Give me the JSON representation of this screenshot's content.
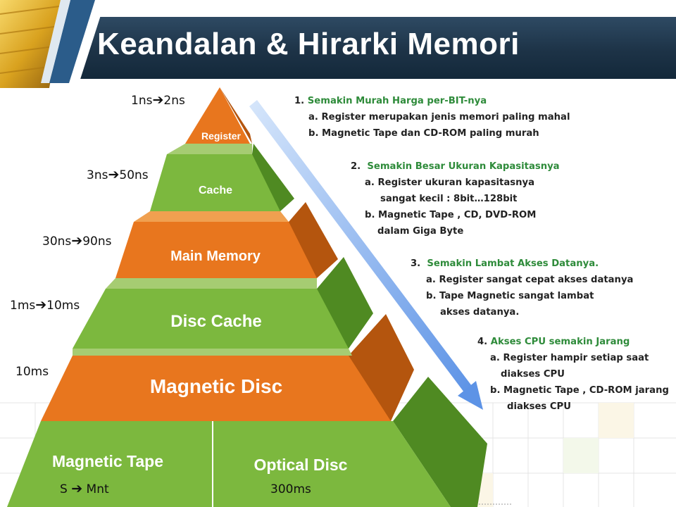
{
  "title": "Keandalan & Hirarki Memori",
  "colors": {
    "orange": "#e8761e",
    "green": "#7cb83e",
    "header": "#1d3347",
    "heading_text": "#2e8b3a"
  },
  "pyramid": {
    "register": "Register",
    "cache": "Cache",
    "main_memory": "Main Memory",
    "disc_cache": "Disc Cache",
    "magnetic_disc": "Magnetic Disc",
    "magnetic_tape": "Magnetic Tape",
    "optical_disc": "Optical Disc"
  },
  "times": {
    "register": {
      "a": "1ns",
      "b": "2ns"
    },
    "cache": {
      "a": "3ns",
      "b": "50ns"
    },
    "main_memory": {
      "a": "30ns",
      "b": "90ns"
    },
    "disc_cache": {
      "a": "1ms",
      "b": "10ms"
    },
    "magnetic_disc": "10ms",
    "magnetic_tape": {
      "a": "S",
      "b": "Mnt"
    },
    "optical_disc": "300ms"
  },
  "notes": [
    {
      "num": "1.",
      "heading": "Semakin Murah Harga per-BIT-nya",
      "lines": [
        "a. Register merupakan jenis memori paling mahal",
        "b. Magnetic Tape dan CD-ROM paling murah"
      ]
    },
    {
      "num": "2.",
      "heading": "Semakin Besar Ukuran Kapasitasnya",
      "lines": [
        "a. Register ukuran kapasitasnya",
        "sangat kecil : 8bit…128bit",
        "b. Magnetic Tape , CD, DVD-ROM",
        "dalam Giga Byte"
      ]
    },
    {
      "num": "3.",
      "heading": "Semakin Lambat Akses Datanya.",
      "lines": [
        "a. Register sangat cepat akses datanya",
        "b. Tape Magnetic sangat lambat",
        "akses datanya."
      ]
    },
    {
      "num": "4.",
      "heading": "Akses CPU semakin Jarang",
      "lines": [
        "a. Register hampir setiap saat",
        "diakses CPU",
        "b. Magnetic Tape , CD-ROM jarang",
        "diakses CPU"
      ]
    }
  ]
}
